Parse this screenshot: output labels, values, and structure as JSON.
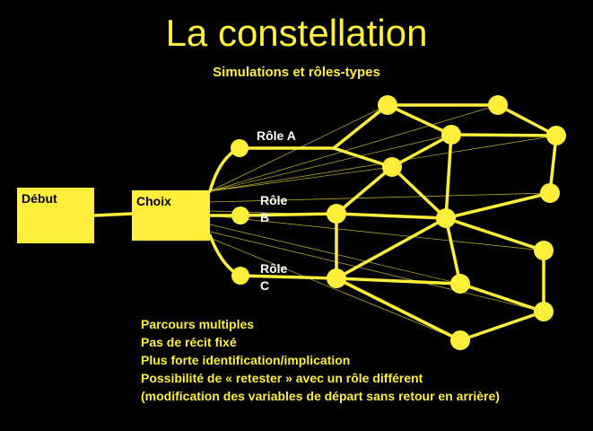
{
  "title": "La constellation",
  "subtitle": "Simulations et rôles-types",
  "boxes": {
    "start": "Début",
    "choice": "Choix"
  },
  "roles": [
    {
      "line1": "Rôle A",
      "line2": ""
    },
    {
      "line1": "Rôle",
      "line2": "B"
    },
    {
      "line1": "Rôle",
      "line2": "C"
    }
  ],
  "notes": [
    "Parcours multiples",
    "Pas de récit fixé",
    "Plus forte identification/implication",
    "Possibilité de « retester » avec un rôle différent",
    "(modification des variables de départ sans retour en arrière)"
  ],
  "colors": {
    "background": "#000000",
    "accent": "#ffef3a",
    "role_label": "#ffffff"
  }
}
